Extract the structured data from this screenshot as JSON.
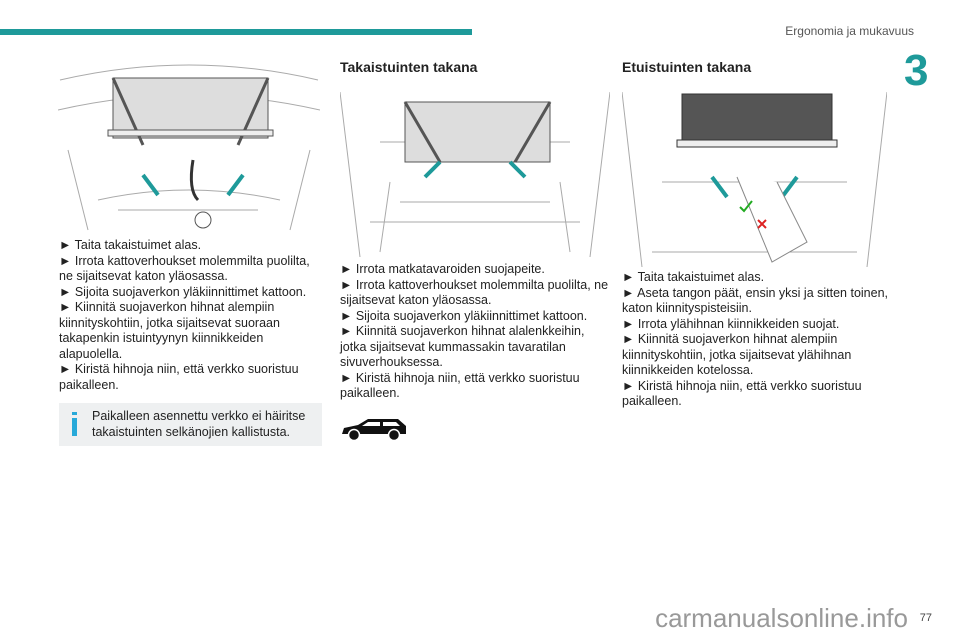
{
  "header": {
    "section": "Ergonomia ja mukavuus",
    "chapter": "3",
    "page_number": "77"
  },
  "col1": {
    "steps": [
      "► Taita takaistuimet alas.",
      "► Irrota kattoverhoukset molemmilta puolilta, ne sijaitsevat katon yläosassa.",
      "► Sijoita suojaverkon yläkiinnittimet kattoon.",
      "► Kiinnitä suojaverkon hihnat alempiin kiinnityskohtiin, jotka sijaitsevat suoraan takapenkin istuintyynyn kiinnikkeiden alapuolella.",
      "► Kiristä hihnoja niin, että verkko suoristuu paikalleen."
    ],
    "info": "Paikalleen asennettu verkko ei häiritse takaistuinten selkänojien kallistusta."
  },
  "col2": {
    "title": "Takaistuinten takana",
    "steps": [
      "► Irrota matkatavaroiden suojapeite.",
      "► Irrota kattoverhoukset molemmilta puolilta, ne sijaitsevat katon yläosassa.",
      "► Sijoita suojaverkon yläkiinnittimet kattoon.",
      "► Kiinnitä suojaverkon hihnat alalenkkeihin, jotka sijaitsevat kummassakin tavaratilan sivuverhouksessa.",
      "► Kiristä hihnoja niin, että verkko suoristuu paikalleen."
    ]
  },
  "col3": {
    "title": "Etuistuinten takana",
    "steps": [
      "► Taita takaistuimet alas.",
      "► Aseta tangon päät, ensin yksi ja sitten toinen, katon kiinnityspisteisiin.",
      "► Irrota ylähihnan kiinnikkeiden suojat.",
      "► Kiinnitä suojaverkon hihnat alempiin kiinnityskohtiin, jotka sijaitsevat ylähihnan kiinnikkeiden kotelossa.",
      "► Kiristä hihnoja niin, että verkko suoristuu paikalleen."
    ]
  },
  "watermark": "carmanualsonline.info",
  "colors": {
    "accent": "#1e9a9a",
    "info": "#27a9d9"
  }
}
